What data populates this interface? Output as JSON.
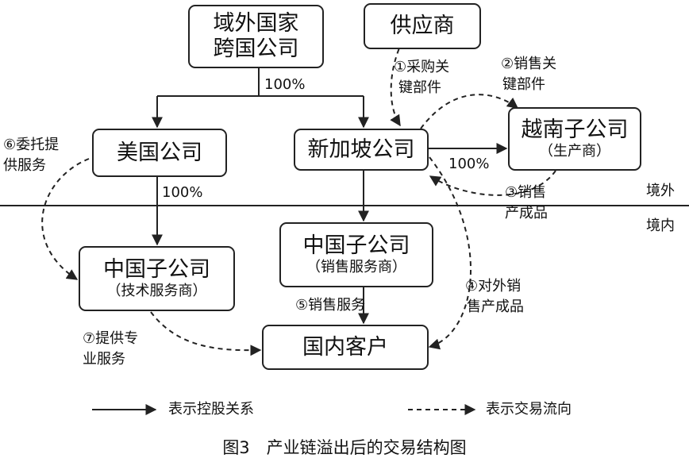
{
  "nodes": {
    "parent": {
      "line1": "域外国家",
      "line2": "跨国公司"
    },
    "supplier": {
      "label": "供应商"
    },
    "us": {
      "label": "美国公司"
    },
    "sg": {
      "label": "新加坡公司"
    },
    "vn": {
      "label": "越南子公司",
      "sub": "（生产商）"
    },
    "cn_tech": {
      "label": "中国子公司",
      "sub": "（技术服务商）"
    },
    "cn_sales": {
      "label": "中国子公司",
      "sub": "（销售服务商）"
    },
    "customer": {
      "label": "国内客户"
    }
  },
  "ownership_labels": {
    "parent_children": "100%",
    "us_cn": "100%",
    "sg_vn": "100%"
  },
  "flows": {
    "f1_line1": "①采购关",
    "f1_line2": "键部件",
    "f2_line1": "②销售关",
    "f2_line2": "键部件",
    "f3_line1": "③销售",
    "f3_line2": "产成品",
    "f4_line1": "④对外销",
    "f4_line2": "售产成品",
    "f5": "⑤销售服务",
    "f6_line1": "⑥委托提",
    "f6_line2": "供服务",
    "f7_line1": "⑦提供专",
    "f7_line2": "业服务"
  },
  "zones": {
    "outside": "境外",
    "inside": "境内"
  },
  "legend": {
    "solid": "表示控股关系",
    "dashed": "表示交易流向"
  },
  "caption": "图3　产业链溢出后的交易结构图"
}
